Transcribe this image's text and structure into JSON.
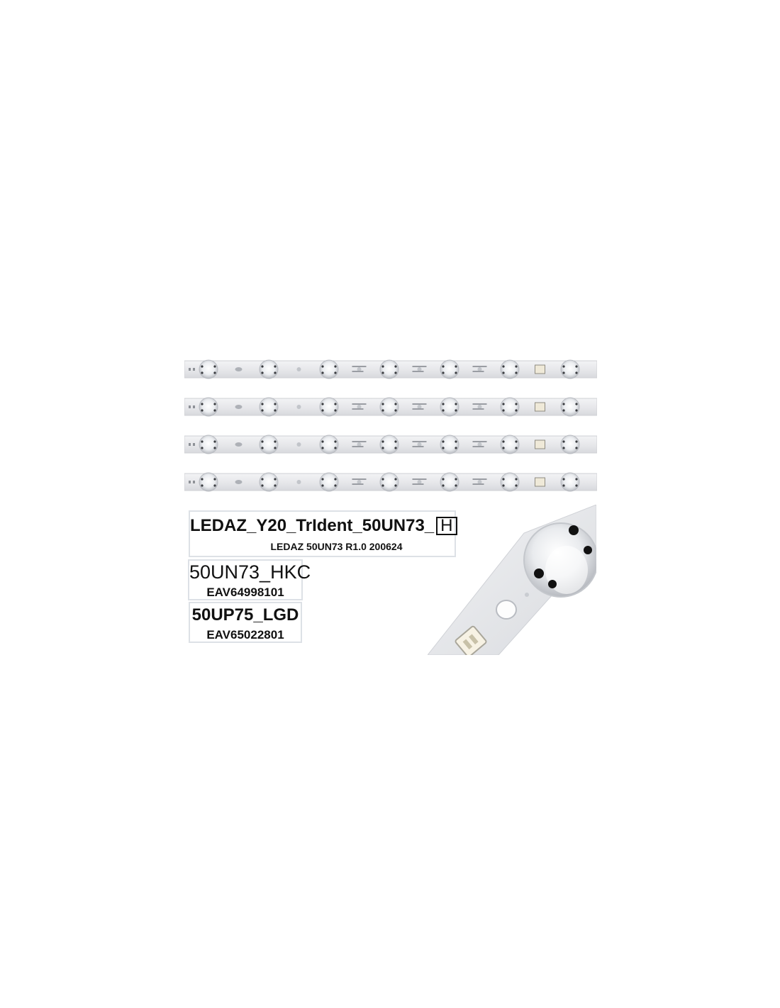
{
  "photo": {
    "strip_count": 4,
    "leds_per_strip": 7
  },
  "labels": {
    "main_title_text": "LEDAZ_Y20_TrIdent_50UN73_",
    "main_title_box": "H",
    "main_subtitle": "LEDAZ 50UN73 R1.0 200624",
    "hkc_title": "50UN73_HKC",
    "hkc_code": "EAV64998101",
    "lgd_title": "50UP75_LGD",
    "lgd_code": "EAV65022801"
  },
  "colors": {
    "strip": "#e8e9ec",
    "text": "#111111",
    "label_border": "#dde1e6"
  }
}
